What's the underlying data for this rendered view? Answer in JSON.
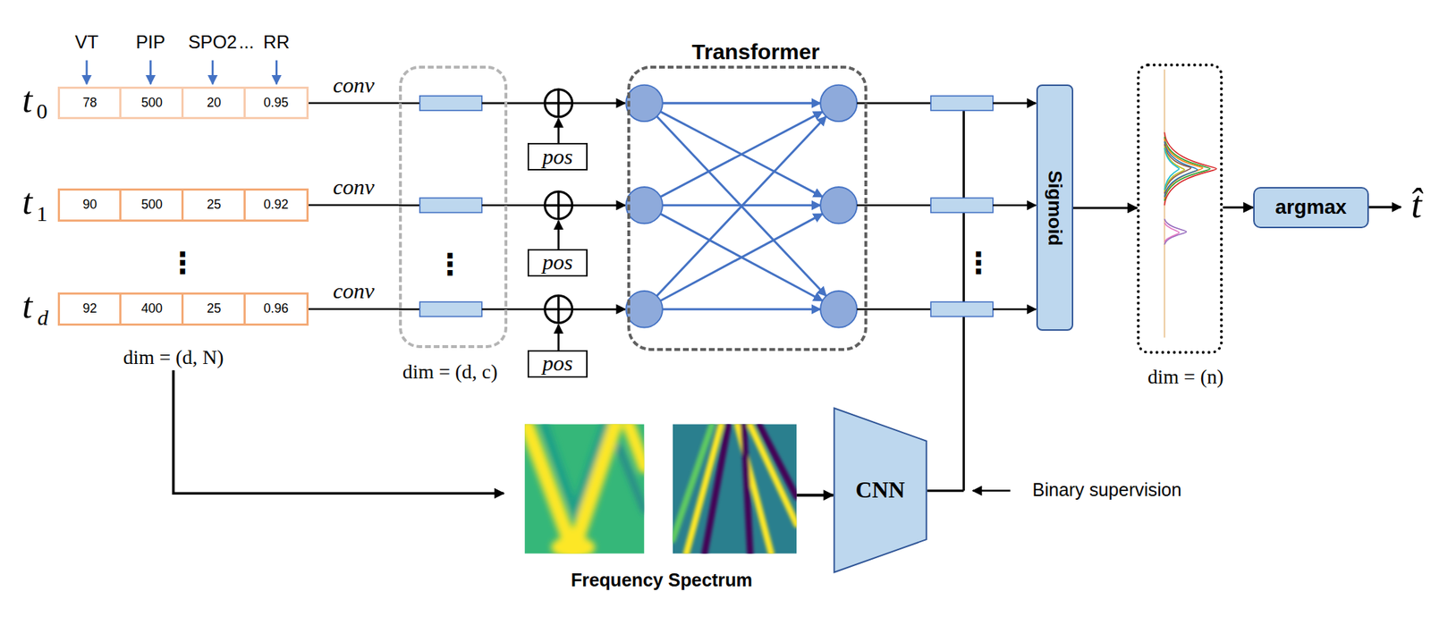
{
  "diagram": {
    "nodes": [
      {
        "text": [
          "dim = (d, N)"
        ]
      },
      {
        "text": [
          "78"
        ],
        "in": 0
      },
      {
        "text": [
          "500"
        ],
        "in": 0
      },
      {
        "text": [
          "20"
        ],
        "in": 0
      },
      {
        "text": [
          "0.95"
        ],
        "in": 0
      },
      {
        "text": [
          "90"
        ],
        "in": 0
      },
      {
        "text": [
          "500"
        ],
        "in": 0
      },
      {
        "text": [
          "25"
        ],
        "in": 0
      },
      {
        "text": [
          "0.92"
        ],
        "in": 0
      },
      {
        "text": [
          "92"
        ],
        "in": 0
      },
      {
        "text": [
          "400"
        ],
        "in": 0
      },
      {
        "text": [
          "25"
        ],
        "in": 0
      },
      {
        "text": [
          "0.96"
        ],
        "in": 0
      },
      {
        "text": [
          "dim = (d, c)"
        ]
      },
      {
        "text": [
          "pos"
        ]
      },
      {
        "text": [
          "pos"
        ]
      },
      {
        "text": [
          "pos"
        ]
      },
      {
        "text": [
          "Transformer"
        ]
      },
      {
        "text": [
          "Sigmoid"
        ]
      },
      {
        "text": [
          "dim = (n)"
        ]
      },
      {
        "text": [
          "argmax"
        ]
      },
      {
        "text": [
          "Frequency Spectrum"
        ]
      },
      {
        "text": [
          "CNN"
        ]
      }
    ],
    "edges": [
      {
        "from": 4,
        "to": 13,
        "arrow": "none",
        "label": "conv"
      },
      {
        "from": 8,
        "to": 13,
        "arrow": "none",
        "label": "conv"
      },
      {
        "from": 12,
        "to": 13,
        "arrow": "none",
        "label": "conv"
      },
      {
        "from": 0,
        "to": 21,
        "arrow": "to"
      },
      {
        "from": 21,
        "to": 22,
        "arrow": "to"
      },
      {
        "from": 18,
        "to": 19,
        "arrow": "to"
      },
      {
        "from": 19,
        "to": 20,
        "arrow": "to"
      }
    ],
    "labels": [
      "VT",
      "PIP",
      "SPO2",
      "...",
      "RR",
      "t",
      "0",
      "t",
      "1",
      "⋮",
      "t",
      "d",
      "⋮",
      "⋮",
      "t̂",
      "Binary supervision"
    ]
  }
}
